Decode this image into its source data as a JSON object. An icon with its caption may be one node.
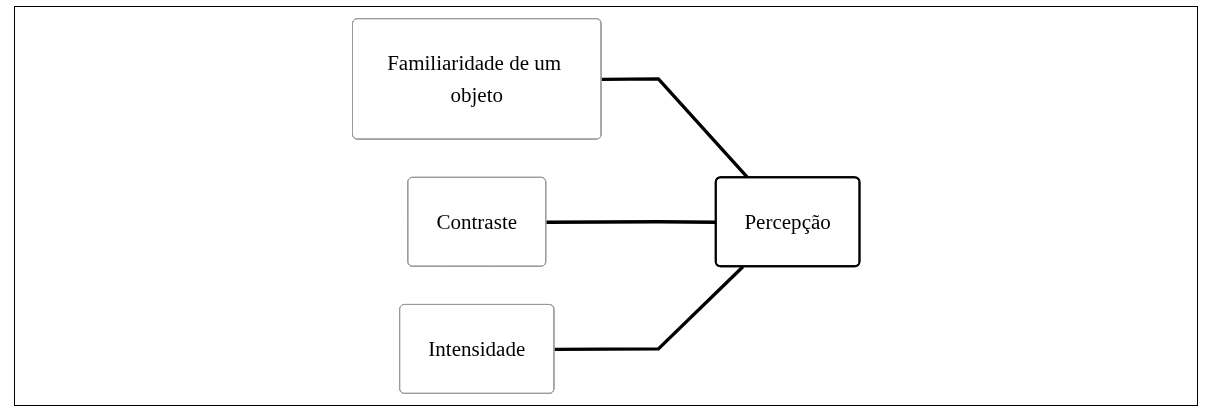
{
  "diagram": {
    "nodes": [
      {
        "text": [
          "Familiaridade de um objeto"
        ]
      },
      {
        "text": [
          "Contraste"
        ]
      },
      {
        "text": [
          "Percepção"
        ]
      },
      {
        "text": [
          "Intensidade"
        ]
      }
    ],
    "edges": [
      {
        "from": 0,
        "to": 2,
        "arrow": "none"
      },
      {
        "from": 1,
        "to": 2,
        "arrow": "none"
      },
      {
        "from": 3,
        "to": 2,
        "arrow": "none"
      }
    ]
  }
}
